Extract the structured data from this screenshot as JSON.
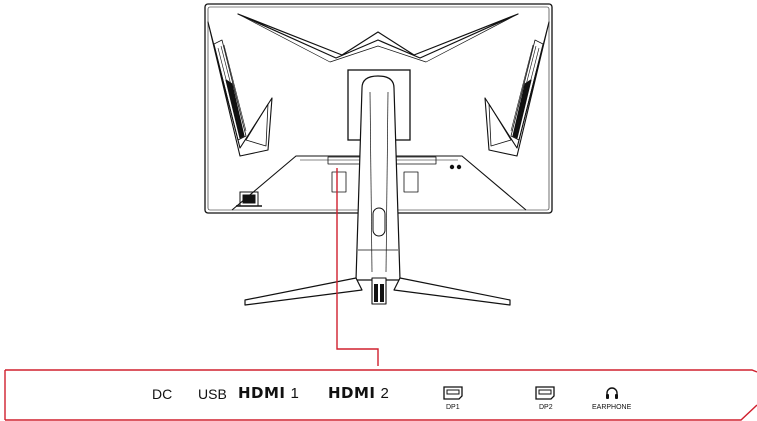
{
  "ports": {
    "dc": "DC",
    "usb": "USB",
    "hdmi1": {
      "word": "HDMI",
      "number": "1"
    },
    "hdmi2": {
      "word": "HDMI",
      "number": "2"
    },
    "dp1": "DP1",
    "dp2": "DP2",
    "earphone": "EARPHONE"
  },
  "colors": {
    "outline": "#111111",
    "callout": "#d0202e",
    "background": "#ffffff"
  },
  "icons": {
    "displayport": "displayport-icon",
    "headphone": "headphone-icon"
  }
}
